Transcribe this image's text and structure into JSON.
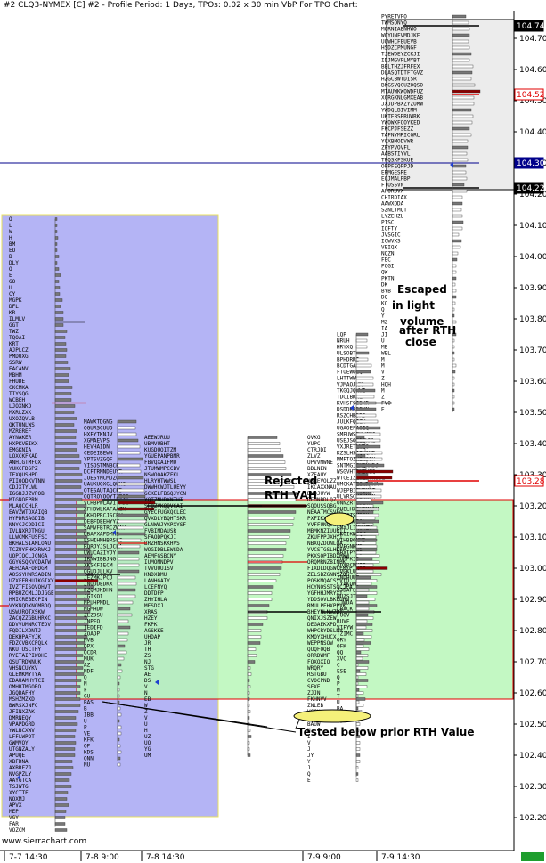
{
  "header": {
    "title": "#2  CLQ3-NYMEX [C]  #2 - Profile Period: 1 Days, TPOs: 0.02 x 30 min   VbP For TPO Chart:"
  },
  "footer": {
    "credit": "www.sierrachart.com"
  },
  "colors": {
    "rth_value_fill": "#b9f7b9",
    "prior_profile_fill": "#b4b4f5",
    "highlight_box_fill": "#ececec",
    "poc_bar": "#8b0000",
    "level_red": "#e00000",
    "level_blue": "#00008b",
    "ellipse_fill": "#f5f07a",
    "status_green": "#1f9e2e"
  },
  "chart_data": {
    "type": "tpo_profile",
    "y_axis": {
      "ticks": [
        104.7,
        104.6,
        104.5,
        104.4,
        104.3,
        104.2,
        104.1,
        104.0,
        103.9,
        103.8,
        103.7,
        103.6,
        103.5,
        103.4,
        103.3,
        103.2,
        103.1,
        103.0,
        102.9,
        102.8,
        102.7,
        102.6,
        102.5,
        102.4,
        102.3,
        102.2
      ],
      "ylim": [
        102.145,
        104.77
      ]
    },
    "price_markers": [
      {
        "label": "104.74",
        "value": 104.74,
        "style": "black"
      },
      {
        "label": "104.52",
        "value": 104.52,
        "style": "red"
      },
      {
        "label": "104.30",
        "value": 104.3,
        "style": "blue"
      },
      {
        "label": "104.22",
        "value": 104.22,
        "style": "black"
      },
      {
        "label": "103.28",
        "value": 103.28,
        "style": "red"
      }
    ],
    "x_axis": {
      "labels": [
        "7-7  14:30",
        "7-8  9:00",
        "7-8  14:30",
        "7-9  9:00",
        "7-9  14:30"
      ]
    },
    "rth_value_area": {
      "low": 102.58,
      "high": 103.22
    },
    "annotations": [
      {
        "id": "escaped",
        "text": [
          "Escaped",
          "in light",
          "volume",
          "after RTH",
          "close"
        ]
      },
      {
        "id": "rejected",
        "text": [
          "Rejected",
          "RTH VAH"
        ]
      },
      {
        "id": "tested",
        "text": [
          "Tested below prior RTH Value"
        ]
      }
    ],
    "profiles": [
      {
        "session": "7-7 14:30",
        "high": 104.12,
        "low": 102.17,
        "poc": 102.96
      },
      {
        "session": "7-8 9:00",
        "high": 103.47,
        "low": 102.38,
        "poc": 103.2
      },
      {
        "session": "7-8 14:30",
        "high": 103.42,
        "low": 102.4,
        "poc": 103.2
      },
      {
        "session": "7-9 9:00",
        "high": 103.42,
        "low": 102.33,
        "poc": 103.0
      },
      {
        "session": "7-9 14:30",
        "high": 103.75,
        "low": 102.52,
        "poc": 103.3
      },
      {
        "session": "evening",
        "high": 104.77,
        "low": 103.5,
        "poc": 104.53
      }
    ]
  }
}
